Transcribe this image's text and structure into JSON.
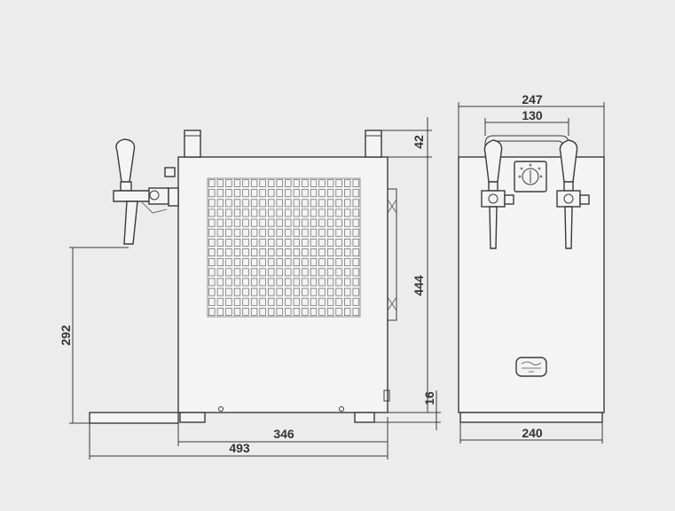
{
  "dimensions": {
    "side_height_base_to_tap": "292",
    "side_depth_body": "346",
    "side_depth_total": "493",
    "side_handle_height": "42",
    "side_body_height": "444",
    "side_feet_height": "16",
    "front_width_total": "247",
    "front_handle_width": "130",
    "front_body_width": "240"
  },
  "colors": {
    "background": "#ececec",
    "line": "#3a3a3a",
    "fill": "#f4f4f4"
  },
  "icons": [
    "beer-tap-icon",
    "thermostat-knob-icon",
    "brand-badge-icon",
    "fan-icon"
  ]
}
